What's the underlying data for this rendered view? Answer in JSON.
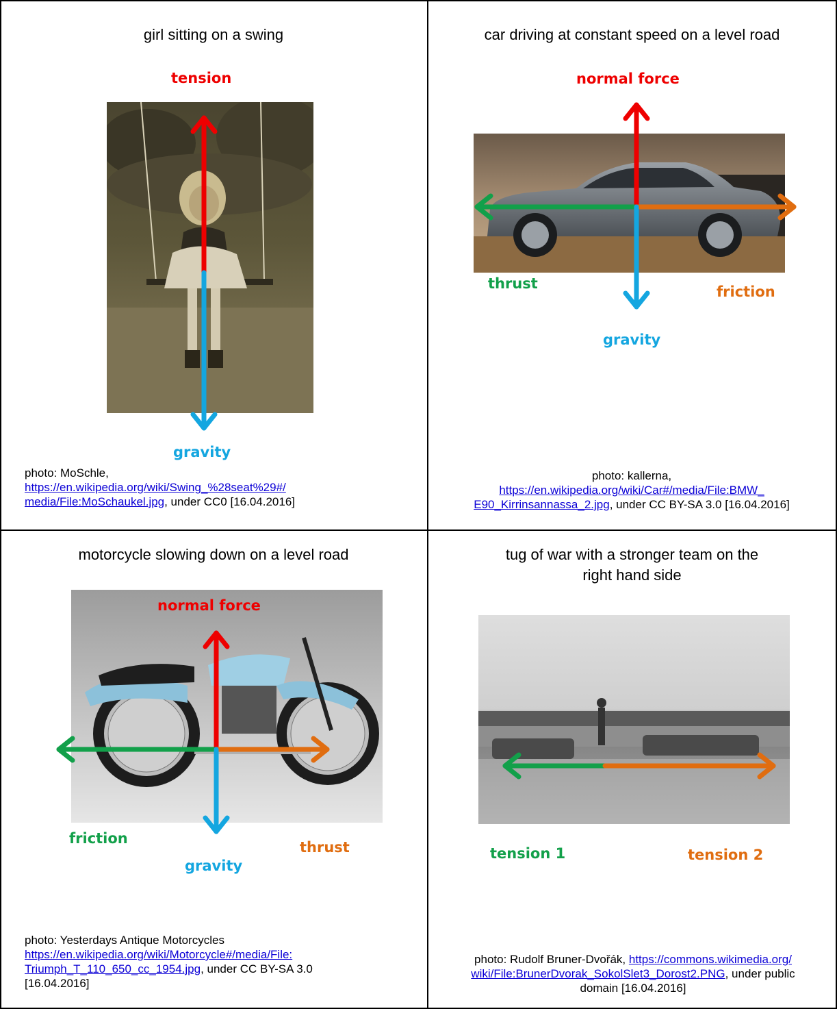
{
  "panels": [
    {
      "title": "girl sitting on a swing",
      "labels": {
        "up": "tension",
        "down": "gravity"
      },
      "credit": {
        "prefix": "photo: MoSchle,",
        "link_line1": "https://en.wikipedia.org/wiki/Swing_%28seat%29#/",
        "link_line2": "media/File:MoSchaukel.jpg",
        "suffix": ", under CC0 [16.04.2016]"
      }
    },
    {
      "title": "car driving at constant speed on a level road",
      "labels": {
        "up": "normal force",
        "left": "thrust",
        "right": "friction",
        "down": "gravity"
      },
      "credit": {
        "prefix": "photo: kallerna,",
        "link_line1": "https://en.wikipedia.org/wiki/Car#/media/File:BMW_",
        "link_line2": "E90_Kirrinsannassa_2.jpg",
        "suffix": ", under CC BY-SA 3.0 [16.04.2016]"
      }
    },
    {
      "title": "motorcycle slowing down on a level road",
      "labels": {
        "up": "normal force",
        "left": "friction",
        "right": "thrust",
        "down": "gravity"
      },
      "credit": {
        "prefix": "photo: Yesterdays Antique Motorcycles",
        "link_line1": "https://en.wikipedia.org/wiki/Motorcycle#/media/File:",
        "link_line2": "Triumph_T_110_650_cc_1954.jpg",
        "suffix": ", under CC BY-SA 3.0",
        "suffix2": "[16.04.2016]"
      }
    },
    {
      "title_line1": "tug of war with a stronger team on the",
      "title_line2": "right hand side",
      "labels": {
        "left": "tension 1",
        "right": "tension 2"
      },
      "credit": {
        "prefix": "photo: Rudolf Bruner-Dvořák, ",
        "link_line1": "https://commons.wikimedia.org/",
        "link_line2": "wiki/File:BrunerDvorak_SokolSlet3_Dorost2.PNG",
        "suffix": ", under public",
        "suffix2": "domain  [16.04.2016]"
      }
    }
  ],
  "colors": {
    "red": "#ee0000",
    "green": "#12a04a",
    "orange": "#e06d10",
    "blue": "#14a6e0"
  }
}
